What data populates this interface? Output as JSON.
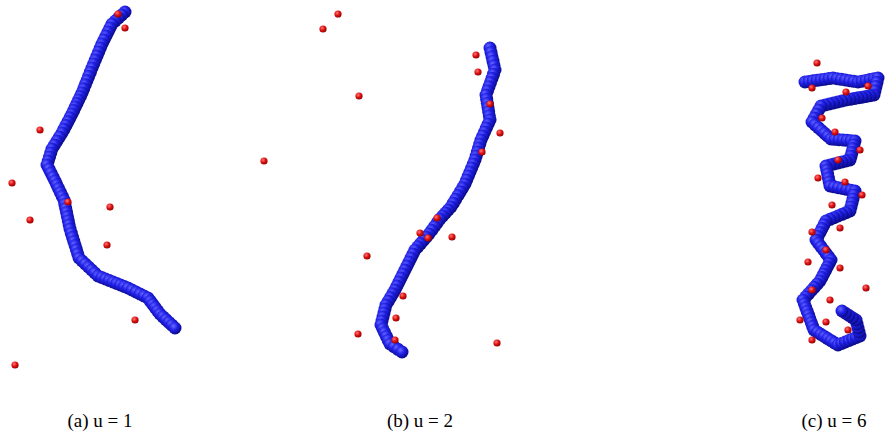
{
  "diagram": {
    "labels": [
      "(a) u = 1",
      "(b) u = 2",
      "(c) u = 6"
    ]
  }
}
